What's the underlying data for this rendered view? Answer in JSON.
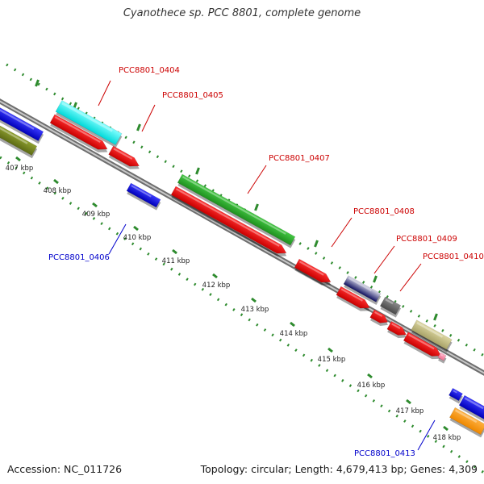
{
  "title": "Cyanothece sp. PCC 8801, complete genome",
  "footer": {
    "accession": "Accession: NC_011726",
    "summary": "Topology: circular; Length: 4,679,413 bp; Genes: 4,309"
  },
  "colors": {
    "backbone": "#8c8c8c",
    "ruler": "#2e8b2e",
    "forward_label": "#cc0000",
    "reverse_label": "#0000cc"
  },
  "ticks": [
    "407 kbp",
    "408 kbp",
    "409 kbp",
    "410 kbp",
    "411 kbp",
    "412 kbp",
    "413 kbp",
    "414 kbp",
    "415 kbp",
    "416 kbp",
    "417 kbp",
    "418 kbp"
  ],
  "labels": [
    {
      "text": "PCC8801_0404",
      "strand": "forward"
    },
    {
      "text": "PCC8801_0405",
      "strand": "forward"
    },
    {
      "text": "PCC8801_0407",
      "strand": "forward"
    },
    {
      "text": "PCC8801_0408",
      "strand": "forward"
    },
    {
      "text": "PCC8801_0409",
      "strand": "forward"
    },
    {
      "text": "PCC8801_0410",
      "strand": "forward"
    },
    {
      "text": "PCC8801_0406",
      "strand": "reverse"
    },
    {
      "text": "PCC8801_0413",
      "strand": "reverse"
    }
  ]
}
